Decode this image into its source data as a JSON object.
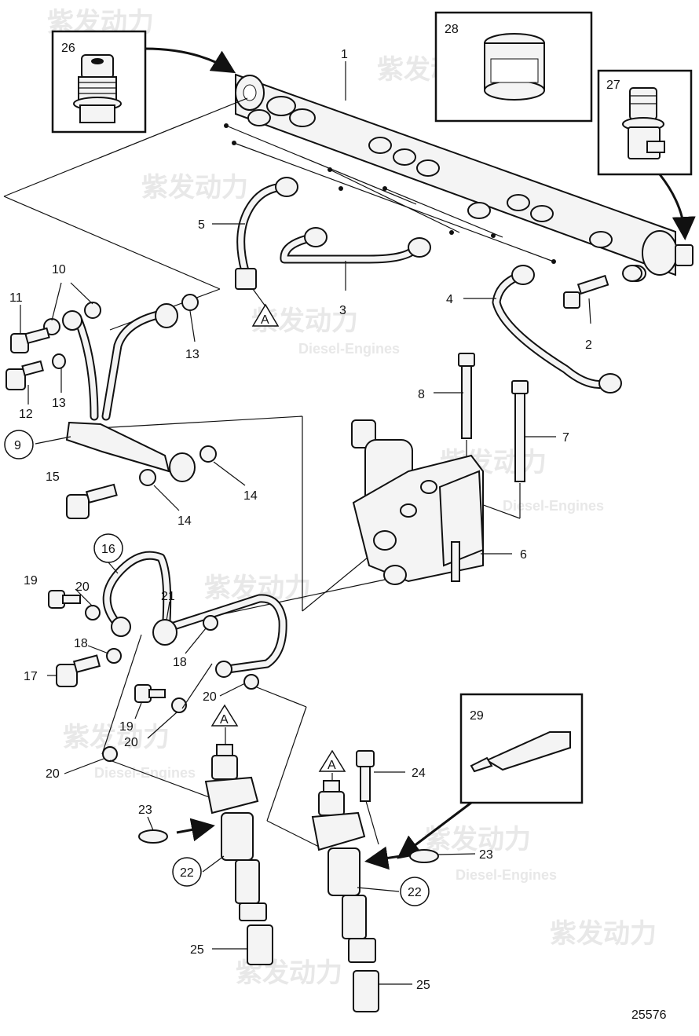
{
  "diagram": {
    "figure_number": "25576",
    "watermark": {
      "brand": "紫发动力",
      "sub": "Diesel-Engines"
    },
    "callouts": {
      "c1": "1",
      "c2": "2",
      "c3": "3",
      "c4": "4",
      "c5": "5",
      "c6": "6",
      "c7": "7",
      "c8": "8",
      "c9": "9",
      "c10": "10",
      "c11": "11",
      "c12": "12",
      "c13a": "13",
      "c13b": "13",
      "c14a": "14",
      "c14b": "14",
      "c15": "15",
      "c16": "16",
      "c17": "17",
      "c18a": "18",
      "c18b": "18",
      "c19a": "19",
      "c19b": "19",
      "c20a": "20",
      "c20b": "20",
      "c20c": "20",
      "c20d": "20",
      "c21": "21",
      "c22a": "22",
      "c22b": "22",
      "c23a": "23",
      "c23b": "23",
      "c24": "24",
      "c25a": "25",
      "c25b": "25",
      "c26": "26",
      "c27": "27",
      "c28": "28",
      "c29": "29"
    },
    "markers": {
      "a1": "A",
      "a2": "A",
      "a3": "A"
    }
  }
}
